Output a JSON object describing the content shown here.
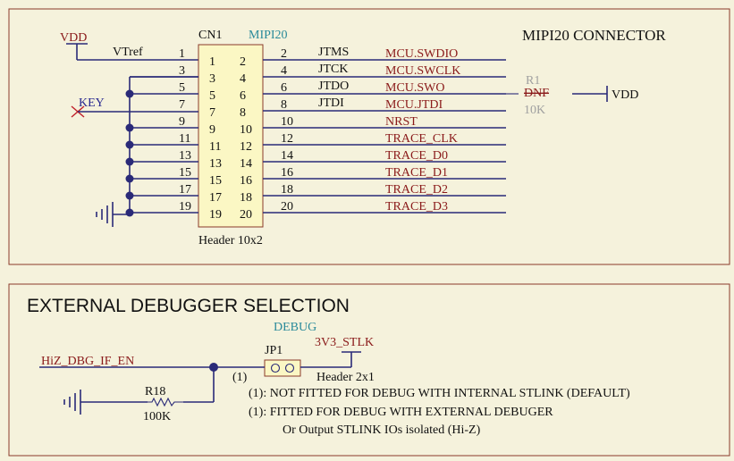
{
  "top": {
    "title": "MIPI20 CONNECTOR",
    "vdd_left": "VDD",
    "vtref": "VTref",
    "key": "KEY",
    "cn_ref": "CN1",
    "cn_name": "MIPI20",
    "cn_value": "Header 10x2",
    "pins_inner_left": [
      "1",
      "3",
      "5",
      "7",
      "9",
      "11",
      "13",
      "15",
      "17",
      "19"
    ],
    "pins_inner_right": [
      "2",
      "4",
      "6",
      "8",
      "10",
      "12",
      "14",
      "16",
      "18",
      "20"
    ],
    "pins_outer_left": [
      "1",
      "3",
      "5",
      "7",
      "9",
      "11",
      "13",
      "15",
      "17",
      "19"
    ],
    "pins_outer_right": [
      "2",
      "4",
      "6",
      "8",
      "10",
      "12",
      "14",
      "16",
      "18",
      "20"
    ],
    "jtag_labels": [
      "JTMS",
      "JTCK",
      "JTDO",
      "JTDI"
    ],
    "nets": [
      "MCU.SWDIO",
      "MCU.SWCLK",
      "MCU.SWO",
      "MCU.JTDI",
      "NRST",
      "TRACE_CLK",
      "TRACE_D0",
      "TRACE_D1",
      "TRACE_D2",
      "TRACE_D3"
    ],
    "r1_ref": "R1",
    "r1_dnf": "DNF",
    "r1_value": "10K",
    "vdd_right": "VDD"
  },
  "bottom": {
    "title": "EXTERNAL DEBUGGER SELECTION",
    "debug_label": "DEBUG",
    "jp_ref": "JP1",
    "jp_value": "Header 2x1",
    "supply": "3V3_STLK",
    "net": "HiZ_DBG_IF_EN",
    "r18_ref": "R18",
    "r18_value": "100K",
    "note_marker": "(1)",
    "note1": "(1): NOT FITTED FOR DEBUG WITH INTERNAL STLINK (DEFAULT)",
    "note2": "(1): FITTED FOR DEBUG WITH EXTERNAL DEBUGER",
    "note3": "Or Output STLINK IOs isolated (Hi-Z)"
  }
}
